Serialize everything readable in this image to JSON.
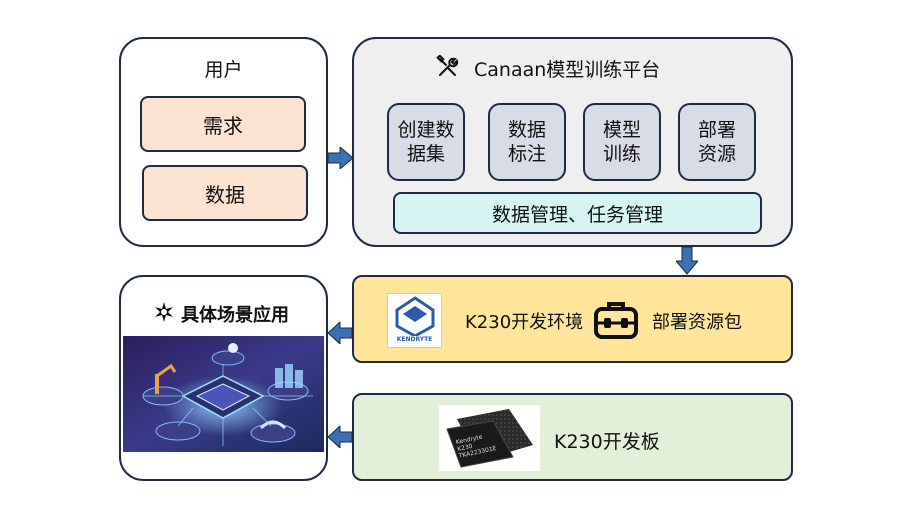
{
  "user_panel": {
    "title": "用户",
    "items": [
      "需求",
      "数据"
    ]
  },
  "platform_panel": {
    "title": "Canaan模型训练平台",
    "title_icon": "tools-icon",
    "modules": [
      "创建数\n据集",
      "数据\n标注",
      "模型\n训练",
      "部署\n资源"
    ],
    "management_bar": "数据管理、任务管理"
  },
  "scenario_panel": {
    "title": "具体场景应用",
    "title_icon": "sparkle-icon",
    "image": "smart-factory-illustration"
  },
  "env_panel": {
    "logo_text": "KENDRYTE",
    "env_label": "K230开发环境",
    "package_icon": "toolbox-icon",
    "package_label": "部署资源包"
  },
  "board_panel": {
    "chip_marking": [
      "Kendryte",
      "K230",
      "TKA223301E"
    ],
    "board_label": "K230开发板"
  },
  "colors": {
    "border": "#1f2a44",
    "arrow": "#3b6fb6",
    "peach": "#fbe3d2",
    "slate": "#d7dce6",
    "cyan": "#d6f4f1",
    "yellow": "#ffe59a",
    "green": "#e4efda",
    "gray": "#efefef"
  }
}
